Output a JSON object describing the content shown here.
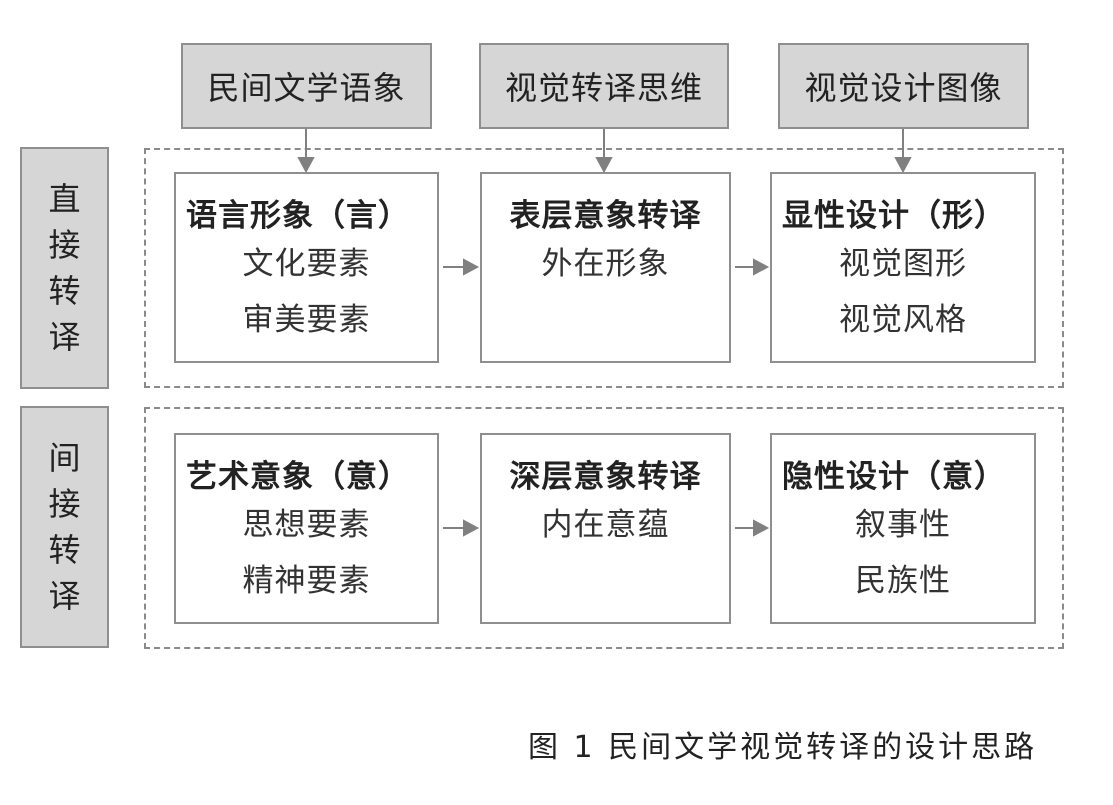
{
  "headers": [
    "民间文学语象",
    "视觉转译思维",
    "视觉设计图像"
  ],
  "rows": [
    {
      "label": "直接转译",
      "boxes": [
        {
          "title": "语言形象（言）",
          "lines": [
            "文化要素",
            "审美要素"
          ]
        },
        {
          "title": "表层意象转译",
          "lines": [
            "外在形象"
          ]
        },
        {
          "title": "显性设计（形）",
          "lines": [
            "视觉图形",
            "视觉风格"
          ]
        }
      ]
    },
    {
      "label": "间接转译",
      "boxes": [
        {
          "title": "艺术意象（意）",
          "lines": [
            "思想要素",
            "精神要素"
          ]
        },
        {
          "title": "深层意象转译",
          "lines": [
            "内在意蕴"
          ]
        },
        {
          "title": "隐性设计（意）",
          "lines": [
            "叙事性",
            "民族性"
          ]
        }
      ]
    }
  ],
  "caption": "图 1  民间文学视觉转译的设计思路",
  "colors": {
    "header_fill": "#d6d6d6",
    "border": "#8f8f8f",
    "arrow": "#808080"
  }
}
